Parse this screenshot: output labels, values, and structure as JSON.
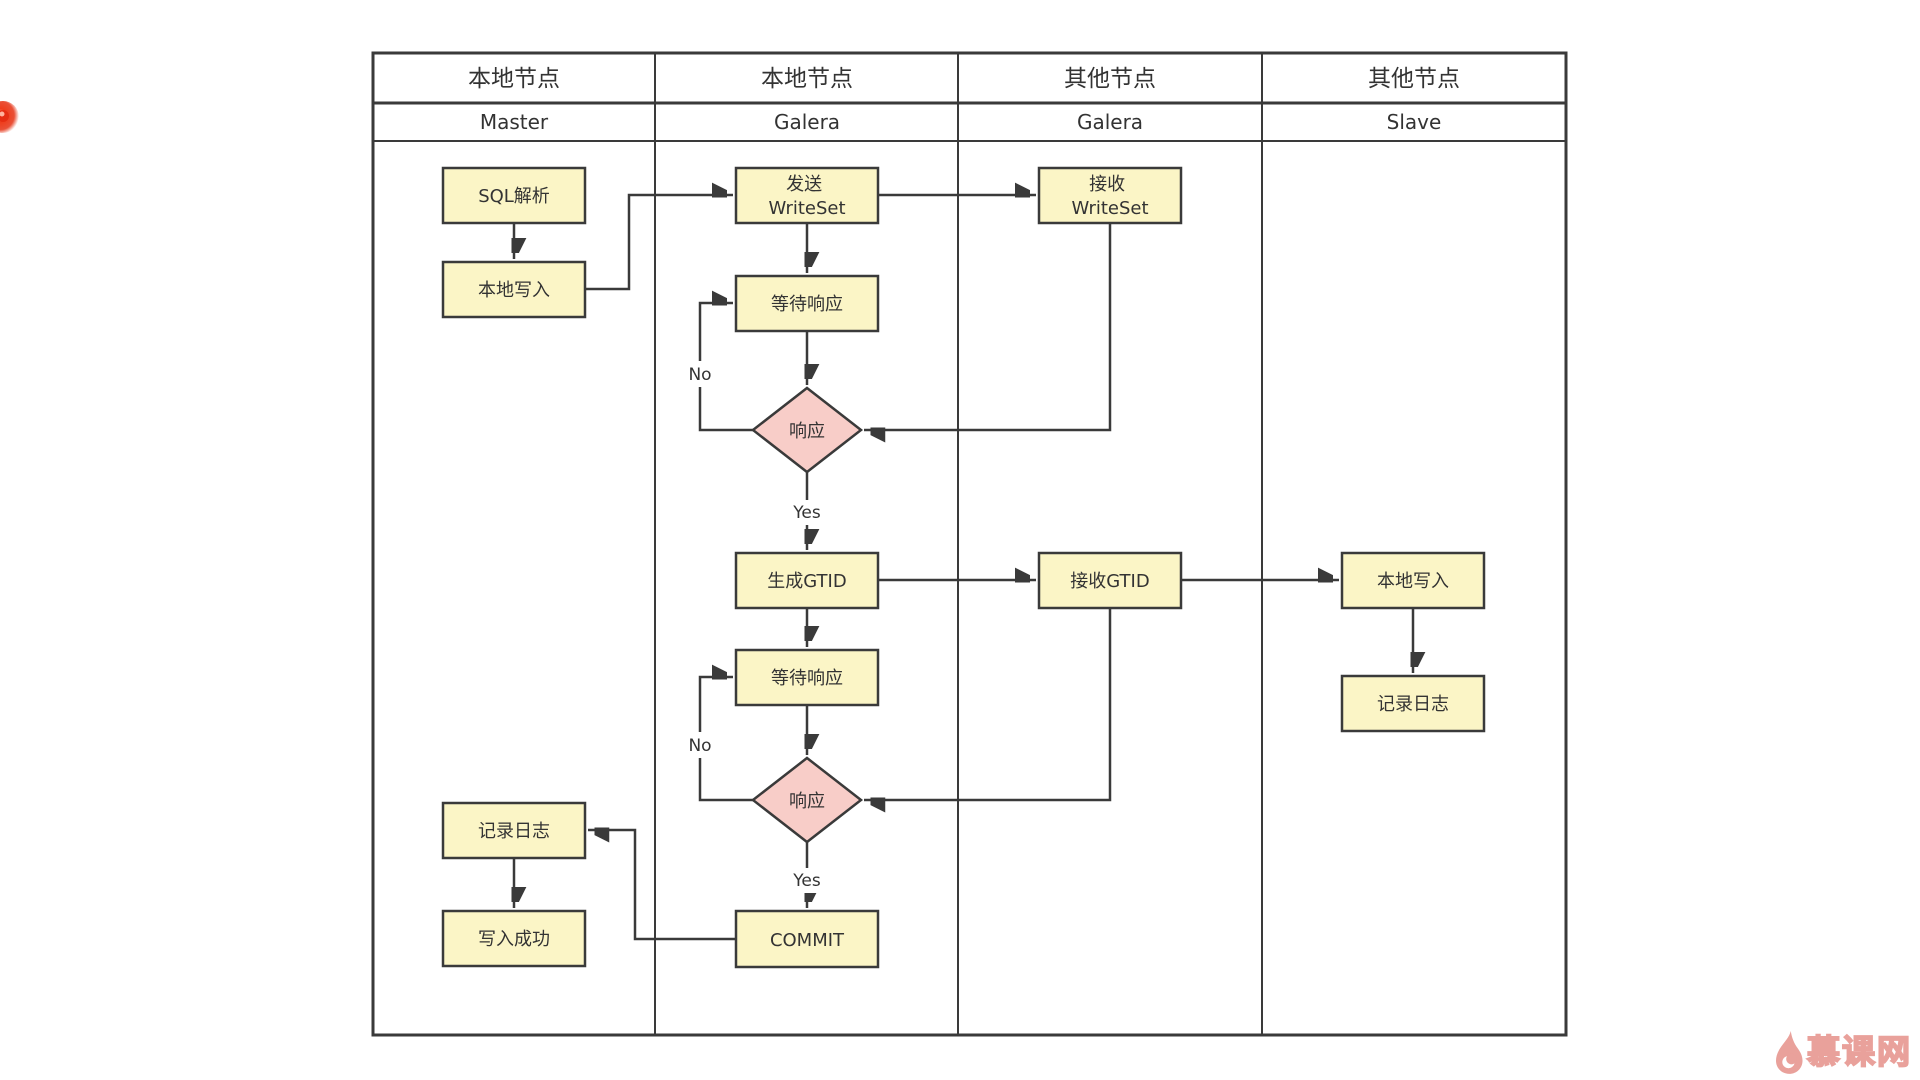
{
  "lanes": [
    {
      "node": "本地节点",
      "role": "Master"
    },
    {
      "node": "本地节点",
      "role": "Galera"
    },
    {
      "node": "其他节点",
      "role": "Galera"
    },
    {
      "node": "其他节点",
      "role": "Slave"
    }
  ],
  "nodes": {
    "sql_parse": "SQL解析",
    "local_write_master": "本地写入",
    "log_master": "记录日志",
    "write_success": "写入成功",
    "send_writeset_line1": "发送",
    "send_writeset_line2": "WriteSet",
    "wait_response_1": "等待响应",
    "response_1": "响应",
    "gen_gtid": "生成GTID",
    "wait_response_2": "等待响应",
    "response_2": "响应",
    "commit": "COMMIT",
    "recv_writeset_line1": "接收",
    "recv_writeset_line2": "WriteSet",
    "recv_gtid": "接收GTID",
    "local_write_slave": "本地写入",
    "log_slave": "记录日志"
  },
  "edge_labels": {
    "yes": "Yes",
    "no": "No"
  },
  "watermark": {
    "brand": "慕课网"
  },
  "colors": {
    "box_fill": "#FBF5C6",
    "diamond_fill": "#F8CDC8",
    "line": "#3A3A3A",
    "text": "#333333",
    "watermark": "#E9A19B",
    "dot_red": "#E63214"
  }
}
